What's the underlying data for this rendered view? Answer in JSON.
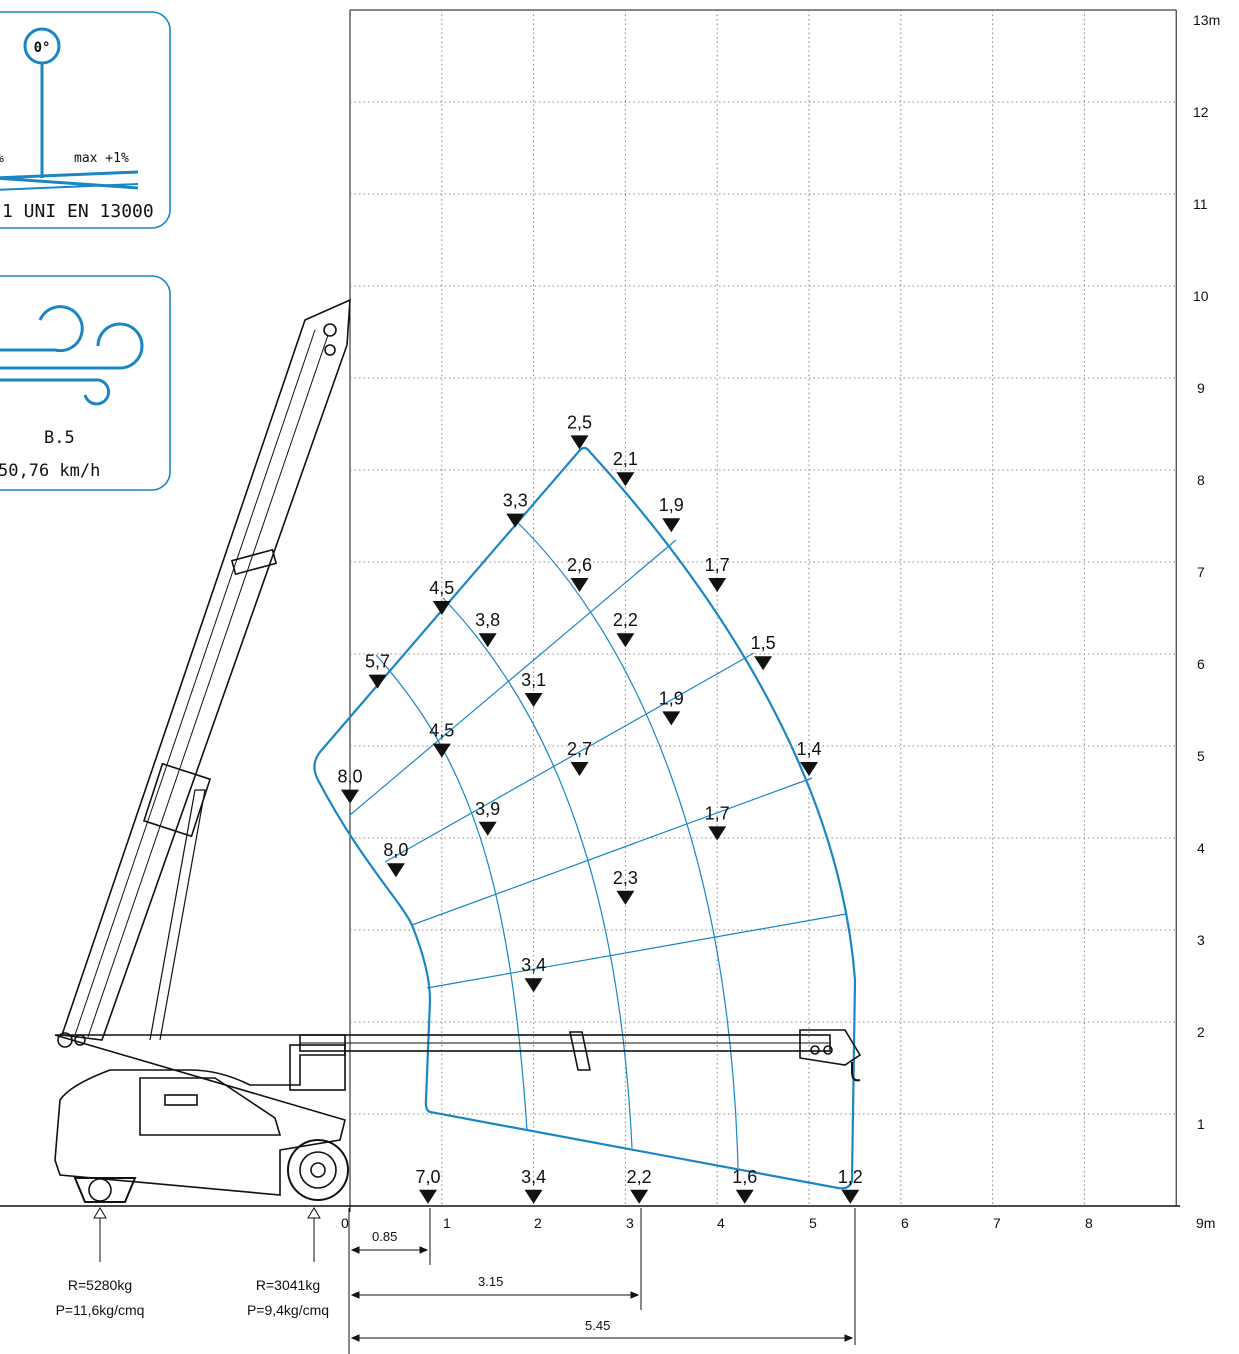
{
  "colors": {
    "accent": "#1a86c4",
    "ink": "#111111",
    "grid": "#888888"
  },
  "axes": {
    "x_ticks": [
      "0",
      "1",
      "2",
      "3",
      "4",
      "5",
      "6",
      "7",
      "8"
    ],
    "x_unit": "9m",
    "y_ticks": [
      "1",
      "2",
      "3",
      "4",
      "5",
      "6",
      "7",
      "8",
      "9",
      "10",
      "11",
      "12"
    ],
    "y_unit": "13m"
  },
  "info_boxes": {
    "inclination": {
      "angle": "0°",
      "left_tol": "%",
      "right_tol": "max +1%",
      "norm": "1 UNI EN 13000",
      "icon": "level-pendulum-icon"
    },
    "wind": {
      "scale": "B.5",
      "speed": "50,76 km/h",
      "icon": "wind-icon"
    }
  },
  "reactions": [
    {
      "r": "R=5280kg",
      "p": "P=11,6kg/cmq"
    },
    {
      "r": "R=3041kg",
      "p": "P=9,4kg/cmq"
    }
  ],
  "dimensions": [
    "0.85",
    "3.15",
    "5.45"
  ],
  "chart_data": {
    "type": "scatter",
    "xlabel": "9m",
    "ylabel": "13m",
    "xlim": [
      0,
      9
    ],
    "ylim": [
      0,
      13
    ],
    "x_ticks": [
      0,
      1,
      2,
      3,
      4,
      5,
      6,
      7,
      8
    ],
    "y_ticks": [
      1,
      2,
      3,
      4,
      5,
      6,
      7,
      8,
      9,
      10,
      11,
      12
    ],
    "grid": true,
    "points": [
      {
        "x": 2.5,
        "y": 8.3,
        "label": "2,5"
      },
      {
        "x": 3.0,
        "y": 7.9,
        "label": "2,1"
      },
      {
        "x": 1.8,
        "y": 7.45,
        "label": "3,3"
      },
      {
        "x": 3.5,
        "y": 7.4,
        "label": "1,9"
      },
      {
        "x": 2.5,
        "y": 6.75,
        "label": "2,6"
      },
      {
        "x": 4.0,
        "y": 6.75,
        "label": "1,7"
      },
      {
        "x": 1.0,
        "y": 6.5,
        "label": "4,5"
      },
      {
        "x": 1.5,
        "y": 6.15,
        "label": "3,8"
      },
      {
        "x": 3.0,
        "y": 6.15,
        "label": "2,2"
      },
      {
        "x": 4.5,
        "y": 5.9,
        "label": "1,5"
      },
      {
        "x": 0.3,
        "y": 5.7,
        "label": "5,7"
      },
      {
        "x": 2.0,
        "y": 5.5,
        "label": "3,1"
      },
      {
        "x": 3.5,
        "y": 5.3,
        "label": "1,9"
      },
      {
        "x": 1.0,
        "y": 4.95,
        "label": "4,5"
      },
      {
        "x": 2.5,
        "y": 4.75,
        "label": "2,7"
      },
      {
        "x": 5.0,
        "y": 4.75,
        "label": "1,4"
      },
      {
        "x": 0.0,
        "y": 4.45,
        "label": "8,0"
      },
      {
        "x": 1.5,
        "y": 4.1,
        "label": "3,9"
      },
      {
        "x": 4.0,
        "y": 4.05,
        "label": "1,7"
      },
      {
        "x": 0.5,
        "y": 3.65,
        "label": "8,0"
      },
      {
        "x": 3.0,
        "y": 3.35,
        "label": "2,3"
      },
      {
        "x": 2.0,
        "y": 2.4,
        "label": "3,4"
      },
      {
        "x": 0.85,
        "y": 0.1,
        "label": "7,0"
      },
      {
        "x": 2.0,
        "y": 0.1,
        "label": "3,4"
      },
      {
        "x": 3.15,
        "y": 0.1,
        "label": "2,2"
      },
      {
        "x": 4.3,
        "y": 0.1,
        "label": "1,6"
      },
      {
        "x": 5.45,
        "y": 0.1,
        "label": "1,2"
      }
    ]
  }
}
